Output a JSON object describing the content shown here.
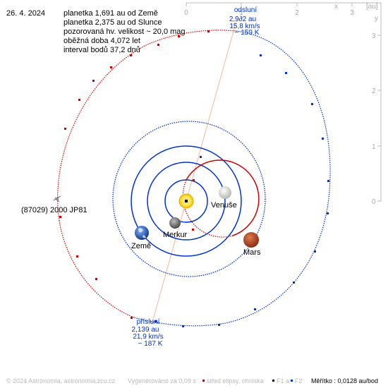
{
  "date": "26. 4. 2024",
  "info": [
    "planetka 1,691 au od Země",
    "planetka 2,375 au od Slunce",
    "pozorovaná hv. velikost ~ 20,0 mag",
    "oběžná doba 4,072 let",
    "interval bodů 37,2 dnů"
  ],
  "axis": {
    "unit_label": "[au]",
    "x_label": "x",
    "y_label": "y",
    "x_ticks": [
      "0",
      "1",
      "2",
      "3"
    ],
    "y_ticks": [
      "3",
      "2",
      "1",
      "0"
    ]
  },
  "aphelion": {
    "title": "odsluní",
    "distance": "2,9∂2 au",
    "speed": "15,8 km/s",
    "temp": "~ 159 K"
  },
  "perihelion": {
    "title": "přísluní",
    "distance": "2,139 au",
    "speed": "21,9 km/s",
    "temp": "~ 187 K"
  },
  "asteroid_label": "(87029) 2000 JP81",
  "planets": {
    "venus": "Venuše",
    "earth": "Země",
    "mercury": "Merkur",
    "mars": "Mars"
  },
  "footer": {
    "copyright": "© 2024 Astronomia, astronomia.zcu.cz",
    "generated": "Vygenerováno za 0,09 s",
    "legend_center": "střed elipsy, ohniska",
    "legend_f1": "F1 a",
    "legend_f2": "F2",
    "scale": "Měřítko : 0,0128 au/bod"
  },
  "colors": {
    "blue": "#0033cc",
    "red": "#cc0000",
    "peach": "#f4b89a",
    "gray": "#999999"
  }
}
